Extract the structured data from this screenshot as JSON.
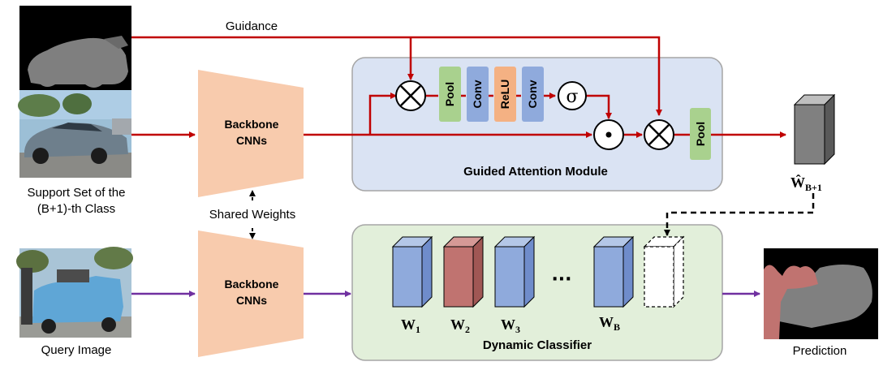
{
  "labels": {
    "guidance": "Guidance",
    "support_set_line1": "Support Set of the",
    "support_set_line2": "(B+1)-th Class",
    "shared_weights": "Shared Weights",
    "query_image": "Query Image",
    "prediction": "Prediction"
  },
  "backbone": {
    "line1": "Backbone",
    "line2": "CNNs"
  },
  "guided_attention": {
    "title": "Guided Attention Module",
    "blocks": [
      "Pool",
      "Conv",
      "ReLU",
      "Conv"
    ],
    "sigma": "σ",
    "out_pool": "Pool"
  },
  "weight_vector_out": {
    "symbol": "Ŵ",
    "subscript": "B+1"
  },
  "dynamic_classifier": {
    "title": "Dynamic Classifier",
    "ellipsis": "···",
    "weights": [
      {
        "symbol": "W",
        "subscript": "1"
      },
      {
        "symbol": "W",
        "subscript": "2"
      },
      {
        "symbol": "W",
        "subscript": "3"
      },
      {
        "symbol": "W",
        "subscript": "B"
      }
    ]
  },
  "colors": {
    "red_path": "#c00000",
    "purple_path": "#7030a0",
    "backbone_fill": "#f8cbad",
    "attention_bg": "#dae3f3",
    "classifier_bg": "#e2efda",
    "pool_green": "#a9d18e",
    "conv_blue": "#8faadc",
    "relu_orange": "#f4b183",
    "weight_blue": "#8faadc",
    "weight_red": "#c07370"
  }
}
